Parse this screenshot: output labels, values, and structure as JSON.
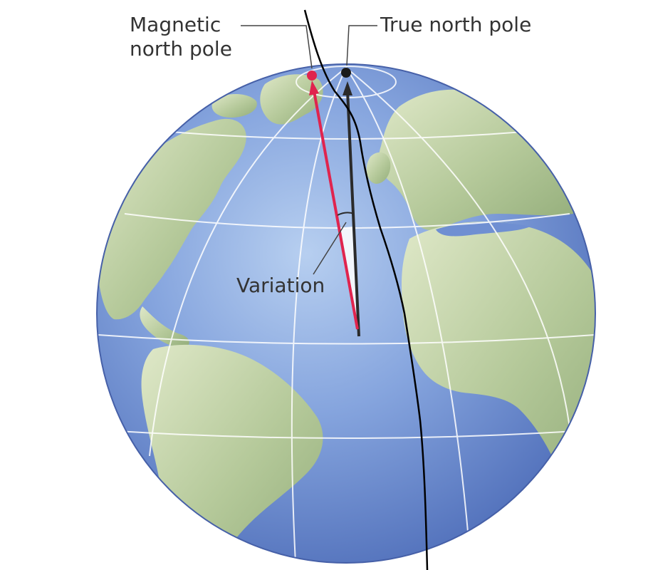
{
  "labels": {
    "magnetic_line1": "Magnetic",
    "magnetic_line2": "north pole",
    "true_north": "True north pole",
    "variation": "Variation"
  },
  "colors": {
    "ocean": "#6f8fd2",
    "ocean_light": "#a9c4ec",
    "ocean_dark": "#4d6cb8",
    "land": "#a7be8a",
    "land_light": "#dde6c4",
    "grid": "#ffffff",
    "magnetic_arrow": "#e0244e",
    "true_arrow": "#2a2a2a",
    "drawn_line": "#000000",
    "label_text": "#333333"
  }
}
